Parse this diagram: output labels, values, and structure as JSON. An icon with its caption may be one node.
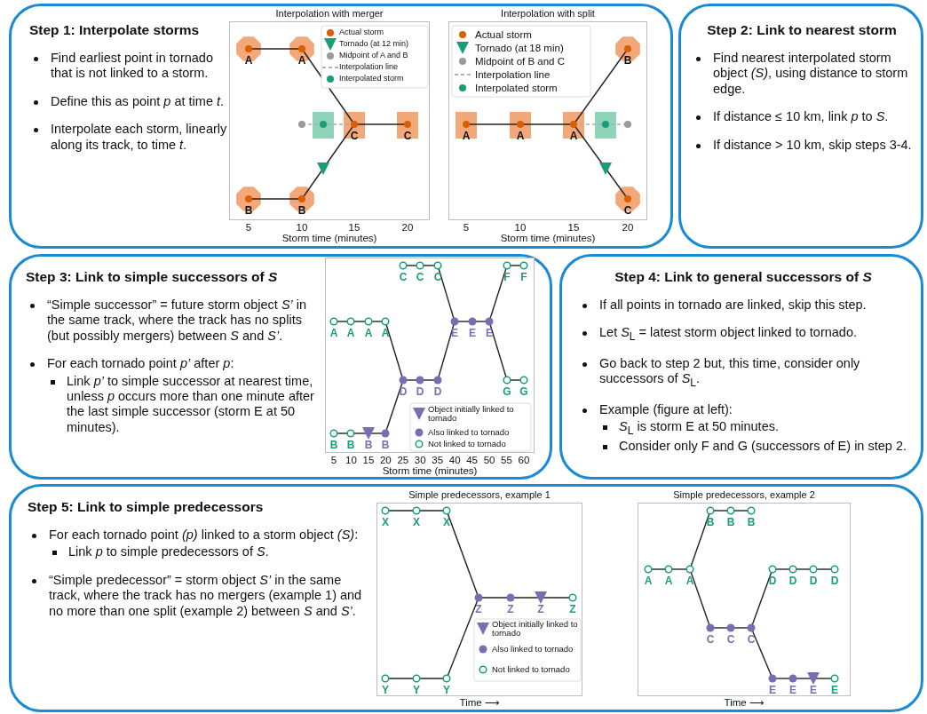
{
  "diagram": {
    "nodes": [
      {
        "text": [
          "Step 1: Interpolate storms",
          "Find earliest point in tornado that is not linked to a storm.",
          "Define this as point *p* at time *t*.",
          "Interpolate each storm, linearly along its track, to time *t*."
        ]
      },
      {
        "text": [
          "Interpolation with merger",
          "Storm time (minutes)"
        ],
        "in": 0
      },
      {
        "text": [
          "Interpolation with split",
          "Storm time (minutes)"
        ],
        "in": 0
      },
      {
        "text": [
          "Step 2: Link to nearest storm",
          "Find nearest interpolated storm object *(S)*, using distance to storm edge.",
          "If distance ≤ 10 km, link *p* to *S*.",
          "If distance > 10 km, skip steps 3-4."
        ]
      },
      {
        "text": [
          "Step 3: Link to simple successors of *S*",
          "“Simple successor” = future storm object *S’* in the same track, where the track has no splits (but possibly mergers) between *S* and *S’*.",
          "For each tornado point *p’* after *p*:",
          "Link *p’* to simple successor at nearest time, unless *p* occurs more than one minute after the last simple successor (storm E at 50 minutes)."
        ]
      },
      {
        "text": [
          "Storm time (minutes)"
        ],
        "in": 4
      },
      {
        "text": [
          "Step 4: Link to general successors of *S*",
          "If all points in tornado are linked, skip this step.",
          "Let *S*$_{L}$ = latest storm object linked to tornado.",
          "Go back to step 2 but, this time, consider only successors of *S*$_{L}$.",
          "Example (figure at left):",
          "*S*$_{L}$ is storm E at 50 minutes.",
          "Consider only F and G (successors of E) in step 2."
        ]
      },
      {
        "text": [
          "Step 5: Link to simple predecessors",
          "For each tornado point *(p)* linked to a storm object *(S)*:",
          "Link *p* to simple predecessors of *S*.",
          "“Simple predecessor” = storm object *S’* in the same track, where the track has no mergers (example 1) and no more than one split (example 2) between *S* and *S’*."
        ]
      },
      {
        "text": [
          "Simple predecessors, example 1",
          "Time ⟶"
        ],
        "in": 7
      },
      {
        "text": [
          "Simple predecessors, example 2",
          "Time ⟶"
        ],
        "in": 7
      }
    ],
    "labels": [
      "A",
      "A",
      "C",
      "C",
      "B",
      "B",
      "5",
      "10",
      "15",
      "20",
      "B",
      "A",
      "A",
      "A",
      "C",
      "5",
      "10",
      "15",
      "20",
      "C",
      "C",
      "C",
      "F",
      "F",
      "A",
      "A",
      "A",
      "A",
      "E",
      "E",
      "E",
      "D",
      "D",
      "D",
      "G",
      "G",
      "B",
      "B",
      "B",
      "B",
      "5",
      "10",
      "15",
      "20",
      "25",
      "30",
      "35",
      "40",
      "45",
      "50",
      "55",
      "60",
      "X",
      "X",
      "X",
      "Z",
      "Z",
      "Z",
      "Z",
      "Y",
      "Y",
      "Y",
      "B",
      "B",
      "B",
      "A",
      "A",
      "A",
      "D",
      "D",
      "D",
      "D",
      "C",
      "C",
      "C",
      "E",
      "E",
      "E",
      "E"
    ],
    "legend": [
      {
        "text": "Actual storm"
      },
      {
        "text": "Tornado (at 12 min)"
      },
      {
        "text": "Midpoint of A and B"
      },
      {
        "text": "Interpolation line"
      },
      {
        "text": "Interpolated storm"
      },
      {
        "text": "Actual storm"
      },
      {
        "text": "Tornado (at 18 min)"
      },
      {
        "text": "Midpoint of B and C"
      },
      {
        "text": "Interpolation line"
      },
      {
        "text": "Interpolated storm"
      },
      {
        "text": "Object initially linked to tornado"
      },
      {
        "text": "Also linked to tornado"
      },
      {
        "text": "Not linked to tornado"
      },
      {
        "text": "Object initially linked to tornado"
      },
      {
        "text": "Also linked to tornado"
      },
      {
        "text": "Not linked to tornado"
      }
    ]
  }
}
